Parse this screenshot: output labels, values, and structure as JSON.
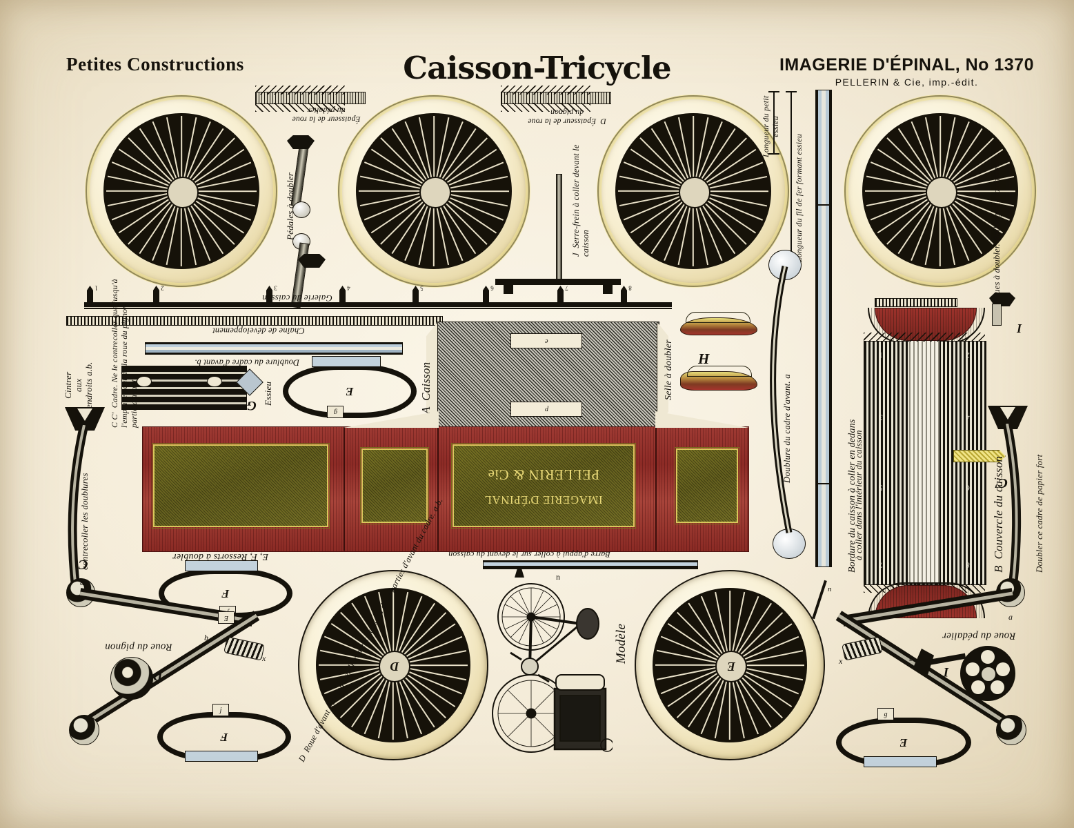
{
  "sheet": {
    "publisher_series": "Petites Constructions",
    "title": "Caisson-Tricycle",
    "imprint_line1": "IMAGERIE D'ÉPINAL, No 1370",
    "imprint_line2": "PELLERIN & Cie, imp.-édit.",
    "paper_color": "#f0e7d2",
    "ink_color": "#15120b"
  },
  "box_branding": {
    "line1": "IMAGERIE D'ÉPINAL",
    "line2": "PELLERIN & Cie",
    "plate_color": "#5d5a1c",
    "frame_color": "#d9c85c",
    "wood_color": "#8d2b26"
  },
  "labels": {
    "epaisseur_roue_pedalier": "Épaisseur de la roue\ndu pédalier",
    "pedales_a_doubler": "Pédales à doubler",
    "epaisseur_roue_pignon": "D  Épaisseur de la roue\ndu pignon",
    "serre_frein": "J  Serre-frein à coller devant le\ncaisson",
    "longueur_fil_fer": "Longueur du fil de fer formant essieu",
    "longueur_petit_essieu": "Longueur du petit\nessieu",
    "roues_a_doubler": "Roues à doubler. Rallonge de la chaîne",
    "galerie_du_caisson": "Galerie du caisson",
    "chaine_de_developpement": "Chaîne de développement",
    "doublure_cadre_avant_b": "Doublure du cadre d'avant b.",
    "essieu": "Essieu",
    "a_caisson": "A  Caisson",
    "selle_a_doubler": "Selle à doubler",
    "doublure_cadre_avant_a": "Doublure du cadre d'avant. a",
    "bordure_caisson": "Bordure du caisson à coller en dedans",
    "a_coller_interieur": "à coller dans l'intérieur du caisson",
    "b_couvercle": "B  Couvercle du caisson",
    "doubler_cadre_papier_fort": "Doubler ce cadre de papier fort",
    "cadre_note": "C C'  Cadre. Ne le contrecoller que jusqu'à\nl'emplacement de la roue du pignon,\npartie d'avant",
    "cintrer": "Cintrer\naux\nendroits a.b.",
    "contrecoller_doublures": "contrecoller les doublures",
    "ressorts_a_doubler": "E, F, Ressorts à doubler",
    "barre_appui": "Barre d'appui à coller sur le devant du caisson",
    "roue_avant_libre": "D  Roue d'avant doit tourner librement dans les deux parties d'avant du cadre. a.b.",
    "roue_du_pignon": "Roue du pignon",
    "roue_du_pedalier": "Roue du pédalier",
    "modele": "Modèle"
  },
  "part_letters": {
    "A": "A",
    "B": "B",
    "C": "C",
    "C2": "C'",
    "D": "D",
    "E": "E",
    "F": "F",
    "G": "G",
    "H": "H",
    "I": "I",
    "J": "J"
  },
  "small_marks": {
    "a": "a",
    "b": "b",
    "e": "e",
    "n": "n",
    "p": "p",
    "x": "x",
    "g": "g",
    "j": "j",
    "f": "f",
    "d": "d"
  },
  "galerie_posts": [
    "1",
    "2",
    "3",
    "4",
    "5",
    "6",
    "7",
    "8"
  ],
  "lid_tabs": [
    "1",
    "2",
    "3",
    "4",
    "5",
    "6",
    "7",
    "8"
  ],
  "wheels": [
    {
      "name": "wheel-top-1",
      "hub_letter": "",
      "spokes": 32
    },
    {
      "name": "wheel-top-2",
      "hub_letter": "",
      "spokes": 32
    },
    {
      "name": "wheel-top-3",
      "hub_letter": "",
      "spokes": 32
    },
    {
      "name": "wheel-top-4",
      "hub_letter": "",
      "spokes": 32
    },
    {
      "name": "wheel-bottom-D",
      "hub_letter": "D",
      "spokes": 32
    },
    {
      "name": "wheel-bottom-E",
      "hub_letter": "E",
      "spokes": 32
    }
  ]
}
